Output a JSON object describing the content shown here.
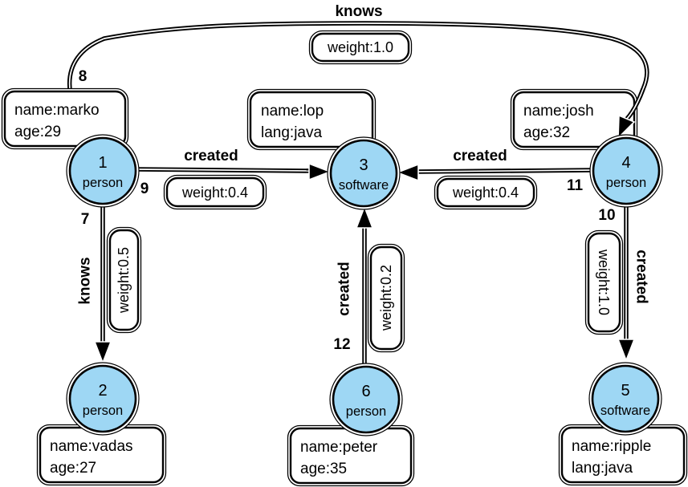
{
  "graph": {
    "node_fill": "#9ED7F4",
    "nodes": [
      {
        "id": "1",
        "type": "person",
        "prop1": "name:marko",
        "prop2": "age:29"
      },
      {
        "id": "2",
        "type": "person",
        "prop1": "name:vadas",
        "prop2": "age:27"
      },
      {
        "id": "3",
        "type": "software",
        "prop1": "name:lop",
        "prop2": "lang:java"
      },
      {
        "id": "4",
        "type": "person",
        "prop1": "name:josh",
        "prop2": "age:32"
      },
      {
        "id": "5",
        "type": "software",
        "prop1": "name:ripple",
        "prop2": "lang:java"
      },
      {
        "id": "6",
        "type": "person",
        "prop1": "name:peter",
        "prop2": "age:35"
      }
    ],
    "edges": [
      {
        "id": "8",
        "label": "knows",
        "weight": "weight:1.0",
        "from": "1",
        "to": "4"
      },
      {
        "id": "9",
        "label": "created",
        "weight": "weight:0.4",
        "from": "1",
        "to": "3"
      },
      {
        "id": "11",
        "label": "created",
        "weight": "weight:0.4",
        "from": "4",
        "to": "3"
      },
      {
        "id": "7",
        "label": "knows",
        "weight": "weight:0.5",
        "from": "1",
        "to": "2"
      },
      {
        "id": "12",
        "label": "created",
        "weight": "weight:0.2",
        "from": "6",
        "to": "3"
      },
      {
        "id": "10",
        "label": "created",
        "weight": "weight:1.0",
        "from": "4",
        "to": "5"
      }
    ]
  }
}
